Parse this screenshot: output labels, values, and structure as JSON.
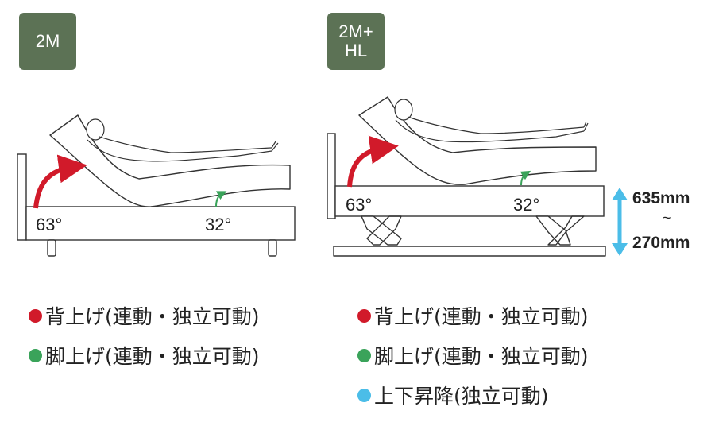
{
  "badges": {
    "left": {
      "line1": "2M",
      "line2": ""
    },
    "right": {
      "line1": "2M+",
      "line2": "HL"
    }
  },
  "left_bed": {
    "back_angle": "63°",
    "leg_angle": "32°"
  },
  "right_bed": {
    "back_angle": "63°",
    "leg_angle": "32°",
    "height_max": "635mm",
    "height_sep": "~",
    "height_min": "270mm"
  },
  "colors": {
    "badge": "#5c7255",
    "back_lift": "#d11a2a",
    "leg_lift": "#3aa35a",
    "height": "#4bbde8"
  },
  "legend_left": [
    {
      "text": "背上げ(連動・独立可動)",
      "color": "#d11a2a"
    },
    {
      "text": "脚上げ(連動・独立可動)",
      "color": "#3aa35a"
    }
  ],
  "legend_right": [
    {
      "text": "背上げ(連動・独立可動)",
      "color": "#d11a2a"
    },
    {
      "text": "脚上げ(連動・独立可動)",
      "color": "#3aa35a"
    },
    {
      "text": "上下昇降(独立可動)",
      "color": "#4bbde8"
    }
  ]
}
